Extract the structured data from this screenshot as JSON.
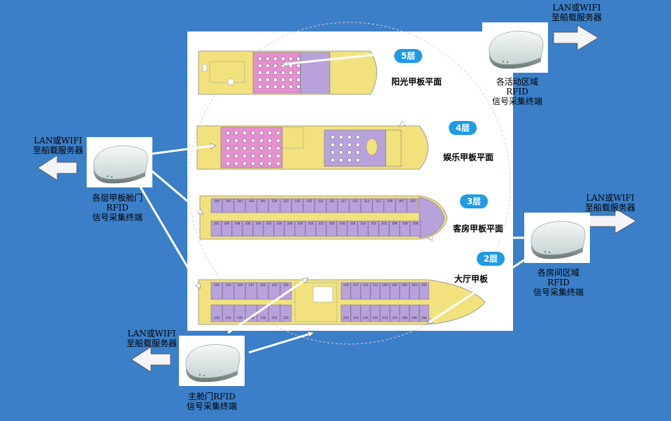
{
  "colors": {
    "background": "#3a7fc8",
    "deck_yellow": "#f2e27e",
    "deck_purple": "#b8a2dc",
    "deck_pink": "#e58fd1",
    "badge": "#1e9be6"
  },
  "decks": [
    {
      "id": "5",
      "badge": "5层",
      "title": "阳光甲板平面"
    },
    {
      "id": "4",
      "badge": "4层",
      "title": "娱乐甲板平面"
    },
    {
      "id": "3",
      "badge": "3层",
      "title": "客房甲板平面"
    },
    {
      "id": "2",
      "badge": "2层",
      "title": "大厅甲板"
    }
  ],
  "deck3_rooms_top": [
    "349",
    "347",
    "345",
    "343",
    "341",
    "339",
    "337",
    "335",
    "333",
    "331",
    "321",
    "317",
    "315",
    "313",
    "311",
    "309",
    "307",
    "305"
  ],
  "deck3_rooms_bottom": [
    "342",
    "340",
    "338",
    "336",
    "334",
    "332",
    "330",
    "328",
    "326",
    "324",
    "322",
    "320",
    "318",
    "316",
    "314",
    "312",
    "310",
    "308",
    "306",
    "304"
  ],
  "deck2_rooms_top": [
    "235",
    "231",
    "229",
    "227",
    "225",
    "223",
    "221",
    "219",
    "217",
    "215",
    "211",
    "209",
    "207",
    "205",
    "203",
    "201"
  ],
  "deck2_rooms_bottom": [
    "234",
    "232",
    "230",
    "228",
    "226",
    "224",
    "222",
    "220",
    "218",
    "216",
    "214",
    "212",
    "210",
    "208",
    "206",
    "204"
  ],
  "devices": {
    "activity": {
      "label": "各活动区域\nRFID\n信号采集终端",
      "uplink": "LAN或WIFI\n至船载服务器"
    },
    "deck_door": {
      "label": "各层甲板舱门\nRFID\n信号采集终端",
      "uplink": "LAN或WIFI\n至船载服务器"
    },
    "room": {
      "label": "各房间区域\nRFID\n信号采集终端",
      "uplink": "LAN或WIFI\n至船载服务器"
    },
    "main_door": {
      "label": "主舱门RFID\n信号采集终端",
      "uplink": "LAN或WIFI\n至船载服务器"
    }
  }
}
